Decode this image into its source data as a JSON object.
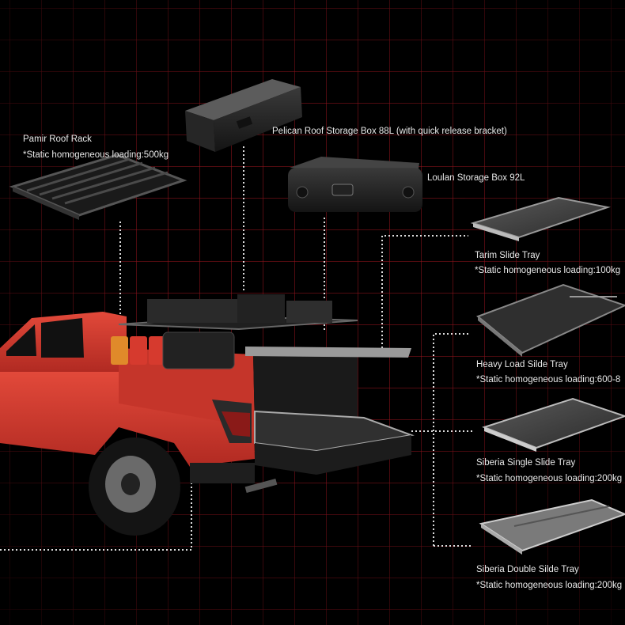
{
  "products": {
    "pamir_rack": {
      "name": "Pamir Roof Rack",
      "spec": "*Static homogeneous loading:500kg"
    },
    "pelican_box": {
      "name": "Pelican Roof Storage Box 88L  (with quick release bracket)"
    },
    "loulan_box": {
      "name": "Loulan Storage Box 92L"
    },
    "tarim_tray": {
      "name": "Tarim Slide Tray",
      "spec": "*Static homogeneous loading:100kg"
    },
    "heavy_tray": {
      "name": "Heavy Load Silde Tray",
      "spec": "*Static homogeneous loading:600-8"
    },
    "siberia_single": {
      "name": "Siberia Single Slide Tray",
      "spec": "*Static homogeneous loading:200kg"
    },
    "siberia_double": {
      "name": "Siberia Double Silde Tray",
      "spec": "*Static homogeneous loading:200kg"
    }
  },
  "colors": {
    "truck_red": "#d63a2e",
    "grid_red": "#961e28",
    "label_text": "#e8e8e8",
    "leader_line": "#dddddd"
  }
}
